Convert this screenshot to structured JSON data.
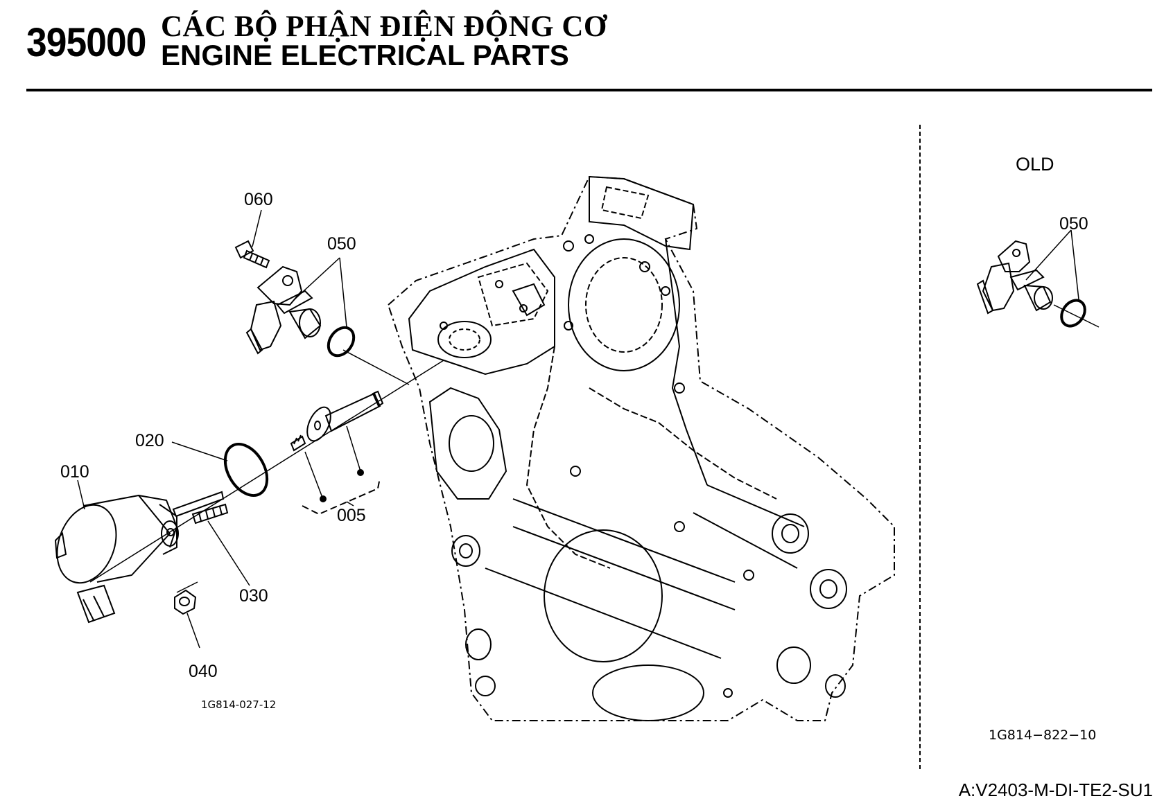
{
  "header": {
    "code": "395000",
    "title_vi": "CÁC BỘ PHẬN ĐIỆN ĐỘNG CƠ",
    "title_en": "ENGINE ELECTRICAL PARTS"
  },
  "callouts": {
    "p060": "060",
    "p050": "050",
    "p020": "020",
    "p010": "010",
    "p005": "005",
    "p030": "030",
    "p040": "040",
    "old_p050": "050"
  },
  "old_section": {
    "label": "OLD"
  },
  "refs": {
    "left": "1G814-027-12",
    "right": "1G814−822−10"
  },
  "footer": {
    "model": "A:V2403-M-DI-TE2-SU1"
  }
}
